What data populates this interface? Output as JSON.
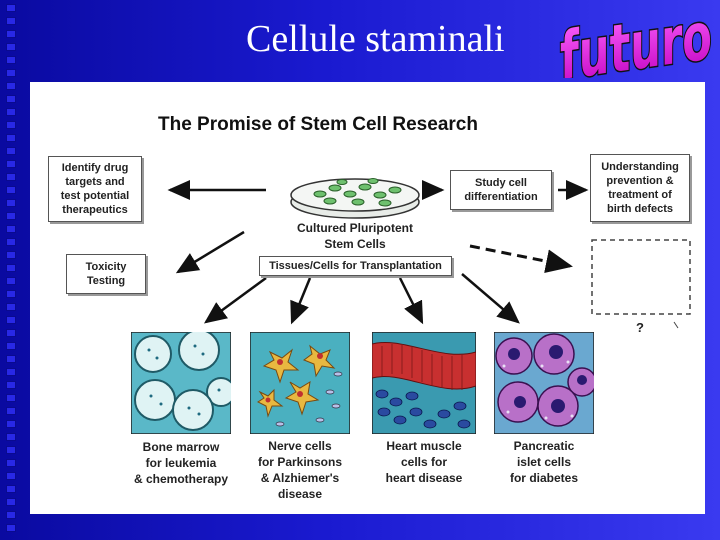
{
  "slide": {
    "title": "Cellule staminali",
    "wordart": "futuro"
  },
  "diagram": {
    "title": "The Promise of Stem Cell Research",
    "center_label_line1": "Cultured Pluripotent",
    "center_label_line2": "Stem Cells",
    "transplant_label": "Tissues/Cells for Transplantation",
    "left_box1": [
      "Identify drug",
      "targets and",
      "test potential",
      "therapeutics"
    ],
    "left_box2": [
      "Toxicity",
      "Testing"
    ],
    "study_box": [
      "Study cell",
      "differentiation"
    ],
    "understanding_box": [
      "Understanding",
      "prevention &",
      "treatment of",
      "birth defects"
    ],
    "question_mark": "?",
    "tiles": [
      {
        "name": "bone-marrow",
        "caption": [
          "Bone marrow",
          "for leukemia",
          "& chemotherapy"
        ]
      },
      {
        "name": "nerve-cells",
        "caption": [
          "Nerve cells",
          "for Parkinsons",
          "& Alzhiemer's",
          "disease"
        ]
      },
      {
        "name": "heart-muscle",
        "caption": [
          "Heart muscle",
          "cells for",
          "heart disease"
        ]
      },
      {
        "name": "pancreatic",
        "caption": [
          "Pancreatic",
          "islet cells",
          "for diabetes"
        ]
      }
    ]
  }
}
